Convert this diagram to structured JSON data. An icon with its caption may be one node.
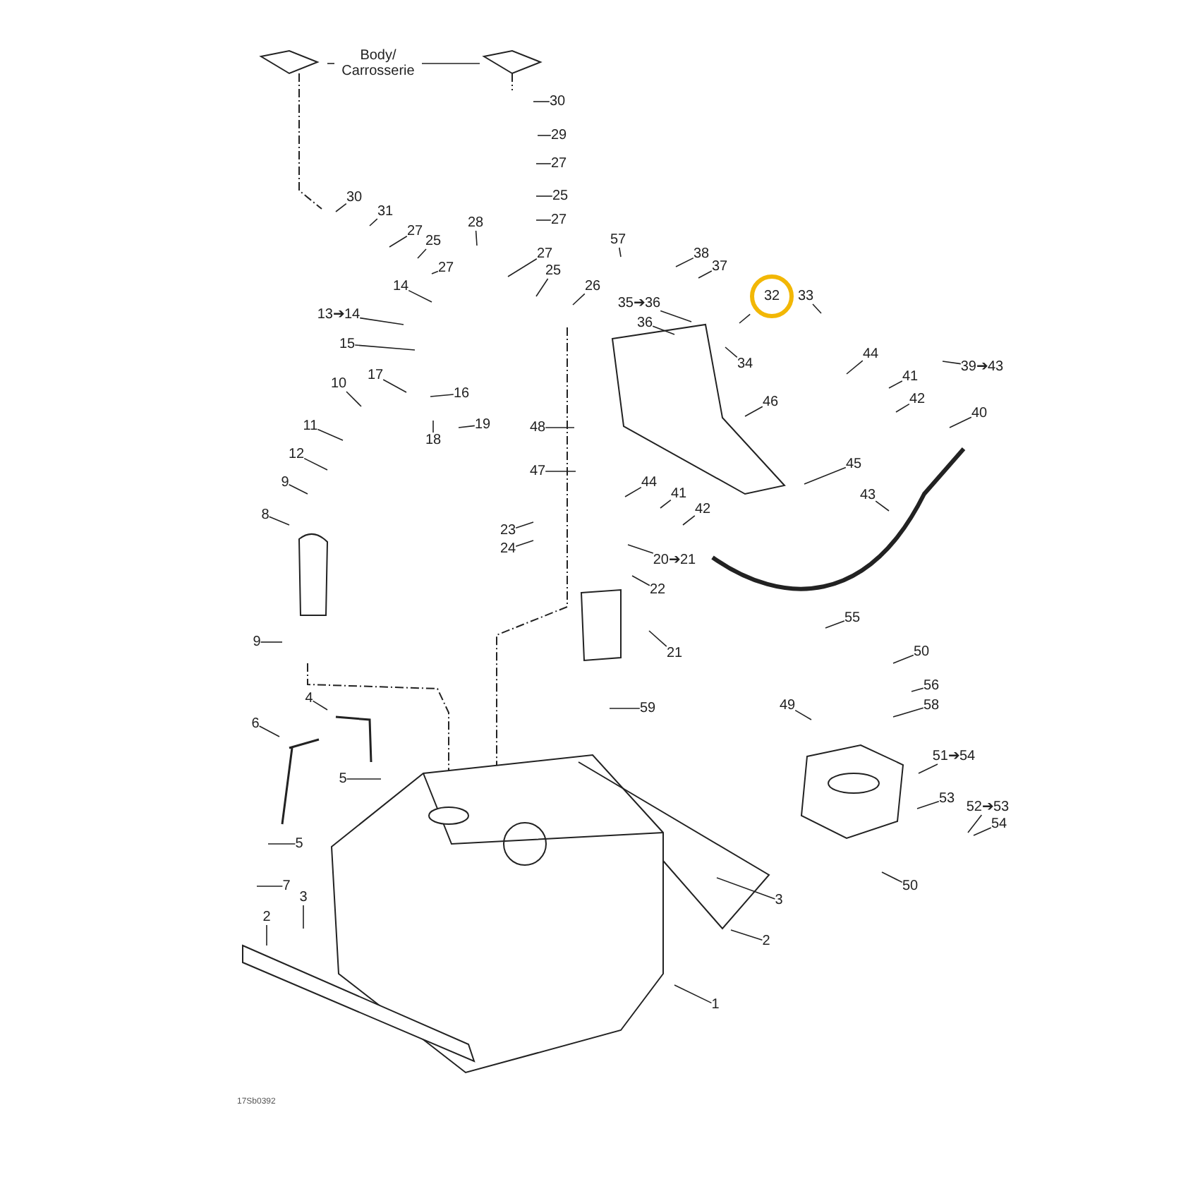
{
  "diagram": {
    "nodes": [
      {
        "text": [
          "Body/ Carrosserie"
        ]
      },
      {
        "text": [
          "30"
        ]
      },
      {
        "text": [
          "29"
        ]
      },
      {
        "text": [
          "27"
        ]
      },
      {
        "text": [
          "25"
        ]
      },
      {
        "text": [
          "27"
        ]
      },
      {
        "text": [
          "30"
        ]
      },
      {
        "text": [
          "31"
        ]
      },
      {
        "text": [
          "27"
        ]
      },
      {
        "text": [
          "25"
        ]
      },
      {
        "text": [
          "27"
        ]
      },
      {
        "text": [
          "28"
        ]
      },
      {
        "text": [
          "27"
        ]
      },
      {
        "text": [
          "25"
        ]
      },
      {
        "text": [
          "26"
        ]
      },
      {
        "text": [
          "14"
        ]
      },
      {
        "text": [
          "13➔14"
        ]
      },
      {
        "text": [
          "15"
        ]
      },
      {
        "text": [
          "17"
        ]
      },
      {
        "text": [
          "16"
        ]
      },
      {
        "text": [
          "10"
        ]
      },
      {
        "text": [
          "19"
        ]
      },
      {
        "text": [
          "18"
        ]
      },
      {
        "text": [
          "11"
        ]
      },
      {
        "text": [
          "12"
        ]
      },
      {
        "text": [
          "9"
        ]
      },
      {
        "text": [
          "8"
        ]
      },
      {
        "text": [
          "9"
        ]
      },
      {
        "text": [
          "4"
        ]
      },
      {
        "text": [
          "6"
        ]
      },
      {
        "text": [
          "5"
        ]
      },
      {
        "text": [
          "5"
        ]
      },
      {
        "text": [
          "7"
        ]
      },
      {
        "text": [
          "3"
        ]
      },
      {
        "text": [
          "2"
        ]
      },
      {
        "text": [
          "1"
        ]
      },
      {
        "text": [
          "2"
        ]
      },
      {
        "text": [
          "3"
        ]
      },
      {
        "text": [
          "48"
        ]
      },
      {
        "text": [
          "47"
        ]
      },
      {
        "text": [
          "44"
        ]
      },
      {
        "text": [
          "41"
        ]
      },
      {
        "text": [
          "42"
        ]
      },
      {
        "text": [
          "23"
        ]
      },
      {
        "text": [
          "24"
        ]
      },
      {
        "text": [
          "20➔21"
        ]
      },
      {
        "text": [
          "22"
        ]
      },
      {
        "text": [
          "21"
        ]
      },
      {
        "text": [
          "59"
        ]
      },
      {
        "text": [
          "57"
        ]
      },
      {
        "text": [
          "38"
        ]
      },
      {
        "text": [
          "37"
        ]
      },
      {
        "text": [
          "35➔36"
        ]
      },
      {
        "text": [
          "36"
        ]
      },
      {
        "text": [
          "34"
        ]
      },
      {
        "text": [
          "32"
        ]
      },
      {
        "text": [
          "33"
        ]
      },
      {
        "text": [
          "44"
        ]
      },
      {
        "text": [
          "41"
        ]
      },
      {
        "text": [
          "39➔43"
        ]
      },
      {
        "text": [
          "42"
        ]
      },
      {
        "text": [
          "40"
        ]
      },
      {
        "text": [
          "46"
        ]
      },
      {
        "text": [
          "45"
        ]
      },
      {
        "text": [
          "43"
        ]
      },
      {
        "text": [
          "55"
        ]
      },
      {
        "text": [
          "50"
        ]
      },
      {
        "text": [
          "56"
        ]
      },
      {
        "text": [
          "58"
        ]
      },
      {
        "text": [
          "49"
        ]
      },
      {
        "text": [
          "51➔54"
        ]
      },
      {
        "text": [
          "53"
        ]
      },
      {
        "text": [
          "52➔53"
        ]
      },
      {
        "text": [
          "54"
        ]
      },
      {
        "text": [
          "50"
        ]
      }
    ],
    "edges": [
      {
        "from": 0,
        "to": null,
        "arrow": "none"
      },
      {
        "from": 0,
        "to": null,
        "arrow": "none"
      },
      {
        "from": 1,
        "to": null,
        "arrow": "none"
      },
      {
        "from": 2,
        "to": null,
        "arrow": "none"
      },
      {
        "from": 3,
        "to": null,
        "arrow": "none"
      },
      {
        "from": 4,
        "to": null,
        "arrow": "none"
      },
      {
        "from": 5,
        "to": null,
        "arrow": "none"
      },
      {
        "from": 6,
        "to": null,
        "arrow": "none"
      },
      {
        "from": 7,
        "to": null,
        "arrow": "none"
      },
      {
        "from": 8,
        "to": null,
        "arrow": "none"
      },
      {
        "from": 9,
        "to": null,
        "arrow": "none"
      },
      {
        "from": 10,
        "to": null,
        "arrow": "none"
      },
      {
        "from": 11,
        "to": null,
        "arrow": "none"
      },
      {
        "from": 12,
        "to": null,
        "arrow": "none"
      },
      {
        "from": 13,
        "to": null,
        "arrow": "none"
      },
      {
        "from": 14,
        "to": null,
        "arrow": "none"
      },
      {
        "from": 15,
        "to": null,
        "arrow": "none"
      },
      {
        "from": 16,
        "to": null,
        "arrow": "none"
      },
      {
        "from": 17,
        "to": null,
        "arrow": "none"
      },
      {
        "from": 18,
        "to": null,
        "arrow": "none"
      },
      {
        "from": 19,
        "to": null,
        "arrow": "none"
      },
      {
        "from": 20,
        "to": null,
        "arrow": "none"
      },
      {
        "from": 21,
        "to": null,
        "arrow": "none"
      },
      {
        "from": 22,
        "to": null,
        "arrow": "none"
      },
      {
        "from": 23,
        "to": null,
        "arrow": "none"
      },
      {
        "from": 24,
        "to": null,
        "arrow": "none"
      },
      {
        "from": 25,
        "to": null,
        "arrow": "none"
      },
      {
        "from": 26,
        "to": null,
        "arrow": "none"
      },
      {
        "from": 27,
        "to": null,
        "arrow": "none"
      },
      {
        "from": 28,
        "to": null,
        "arrow": "none"
      },
      {
        "from": 29,
        "to": null,
        "arrow": "none"
      },
      {
        "from": 30,
        "to": null,
        "arrow": "none"
      },
      {
        "from": 31,
        "to": null,
        "arrow": "none"
      },
      {
        "from": 32,
        "to": null,
        "arrow": "none"
      },
      {
        "from": 33,
        "to": null,
        "arrow": "none"
      },
      {
        "from": 34,
        "to": null,
        "arrow": "none"
      },
      {
        "from": 35,
        "to": null,
        "arrow": "none"
      },
      {
        "from": 36,
        "to": null,
        "arrow": "none"
      },
      {
        "from": 37,
        "to": null,
        "arrow": "none"
      },
      {
        "from": 38,
        "to": null,
        "arrow": "none"
      },
      {
        "from": 39,
        "to": null,
        "arrow": "none"
      },
      {
        "from": 40,
        "to": null,
        "arrow": "none"
      },
      {
        "from": 41,
        "to": null,
        "arrow": "none"
      },
      {
        "from": 42,
        "to": null,
        "arrow": "none"
      },
      {
        "from": 43,
        "to": null,
        "arrow": "none"
      },
      {
        "from": 44,
        "to": null,
        "arrow": "none"
      },
      {
        "from": 45,
        "to": null,
        "arrow": "none"
      },
      {
        "from": 46,
        "to": null,
        "arrow": "none"
      },
      {
        "from": 47,
        "to": null,
        "arrow": "none"
      },
      {
        "from": 48,
        "to": null,
        "arrow": "none"
      },
      {
        "from": 49,
        "to": null,
        "arrow": "none"
      },
      {
        "from": 50,
        "to": null,
        "arrow": "none"
      },
      {
        "from": 51,
        "to": null,
        "arrow": "none"
      },
      {
        "from": 52,
        "to": null,
        "arrow": "none"
      },
      {
        "from": 53,
        "to": null,
        "arrow": "none"
      },
      {
        "from": 54,
        "to": null,
        "arrow": "none"
      },
      {
        "from": 55,
        "to": null,
        "arrow": "none"
      },
      {
        "from": 56,
        "to": null,
        "arrow": "none"
      },
      {
        "from": 57,
        "to": null,
        "arrow": "none"
      },
      {
        "from": 58,
        "to": null,
        "arrow": "none"
      },
      {
        "from": 59,
        "to": null,
        "arrow": "none"
      },
      {
        "from": 60,
        "to": null,
        "arrow": "none"
      },
      {
        "from": 61,
        "to": null,
        "arrow": "none"
      },
      {
        "from": 62,
        "to": null,
        "arrow": "none"
      },
      {
        "from": 63,
        "to": null,
        "arrow": "none"
      },
      {
        "from": 64,
        "to": null,
        "arrow": "none"
      },
      {
        "from": 65,
        "to": null,
        "arrow": "none"
      },
      {
        "from": 66,
        "to": null,
        "arrow": "none"
      },
      {
        "from": 67,
        "to": null,
        "arrow": "none"
      },
      {
        "from": 68,
        "to": null,
        "arrow": "none"
      },
      {
        "from": 69,
        "to": null,
        "arrow": "none"
      },
      {
        "from": 70,
        "to": null,
        "arrow": "none"
      },
      {
        "from": 71,
        "to": null,
        "arrow": "none"
      },
      {
        "from": 72,
        "to": null,
        "arrow": "none"
      },
      {
        "from": 73,
        "to": null,
        "arrow": "none"
      },
      {
        "from": 74,
        "to": null,
        "arrow": "none"
      }
    ],
    "labels": [
      "17Sb0392"
    ]
  }
}
